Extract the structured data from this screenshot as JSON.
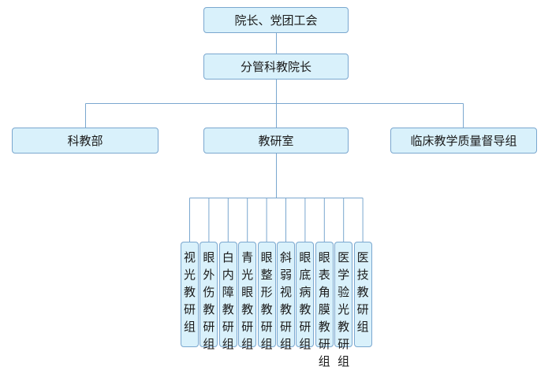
{
  "top": "院长、党团工会",
  "vice": "分管科教院长",
  "branches": [
    "科教部",
    "教研室",
    "临床教学质量督导组"
  ],
  "groups": [
    "视光教研组",
    "眼外伤教研组",
    "白内障教研组",
    "青光眼教研组",
    "眼整形教研组",
    "斜弱视教研组",
    "眼底病教研组",
    "眼表角膜教研组",
    "医学验光教研组",
    "医技教研组"
  ]
}
